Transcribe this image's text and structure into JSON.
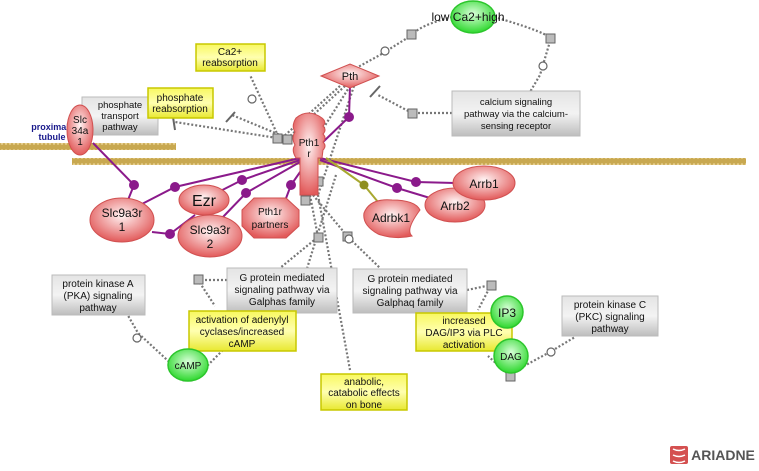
{
  "diagram": {
    "compartment_label": [
      "proximal",
      "tubule"
    ],
    "proteins": {
      "slc34a1": [
        "Slc",
        "34a",
        "1"
      ],
      "pth": "Pth",
      "pth1r": [
        "Pth1",
        "r"
      ],
      "ezr": "Ezr",
      "slc9a3r1": [
        "Slc9a3r",
        "1"
      ],
      "slc9a3r2": [
        "Slc9a3r",
        "2"
      ],
      "pth1r_partners": [
        "Pth1r",
        "partners"
      ],
      "adrbk1": "Adrbk1",
      "arrb1": "Arrb1",
      "arrb2": "Arrb2"
    },
    "small_molecules": {
      "ca": "low Ca2+high",
      "camp": "cAMP",
      "ip3": "IP3",
      "dag": "DAG"
    },
    "pathways": {
      "phosphate_transport": [
        "phosphate",
        "transport",
        "pathway"
      ],
      "calcium_signaling": [
        "calcium signaling",
        "pathway via the calcium-",
        "sensing receptor"
      ],
      "galphas": [
        "G protein mediated",
        "signaling pathway via",
        "Galphas family"
      ],
      "galphaq": [
        "G protein mediated",
        "signaling pathway via",
        "Galphaq family"
      ],
      "pka": [
        "protein kinase A",
        "(PKA) signaling",
        "pathway"
      ],
      "pkc": [
        "protein kinase C",
        "(PKC) signaling",
        "pathway"
      ]
    },
    "processes": {
      "phosphate_reabsorption": [
        "phosphate",
        "reabsorption"
      ],
      "ca_reabsorption": [
        "Ca2+",
        "reabsorption"
      ],
      "adenylyl": [
        "activation of adenylyl",
        "cyclases/increased",
        "cAMP"
      ],
      "anabolic": [
        "anabolic,",
        "catabolic effects",
        "on bone"
      ],
      "dag_ip3": [
        "increased",
        "DAG/IP3 via PLC",
        "activation"
      ]
    },
    "logo": "ARIADNE",
    "colors": {
      "binding": "#8b1a8b",
      "phosphorylation": "#a8a830",
      "protein": "#e86a6a",
      "small_molecule": "#3ad33a",
      "pathway": "#c8c8c8",
      "process": "#f0f040"
    }
  }
}
